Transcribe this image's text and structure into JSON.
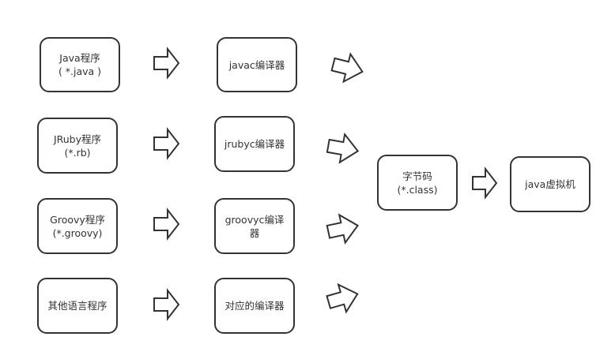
{
  "sources": [
    {
      "line1": "Java程序",
      "line2": "( *.java )"
    },
    {
      "line1": "JRuby程序",
      "line2": "(*.rb)"
    },
    {
      "line1": "Groovy程序",
      "line2": "(*.groovy)"
    },
    {
      "line1": "其他语言程序",
      "line2": ""
    }
  ],
  "compilers": [
    {
      "line1": "javac编译器",
      "line2": ""
    },
    {
      "line1": "jrubyc编译器",
      "line2": ""
    },
    {
      "line1": "groovyc编译",
      "line2": "器"
    },
    {
      "line1": "对应的编译器",
      "line2": ""
    }
  ],
  "bytecode": {
    "line1": "字节码",
    "line2": "(*.class)"
  },
  "jvm": {
    "label": "java虚拟机"
  },
  "colors": {
    "stroke": "#333333",
    "fill": "#ffffff",
    "text": "#333333"
  }
}
